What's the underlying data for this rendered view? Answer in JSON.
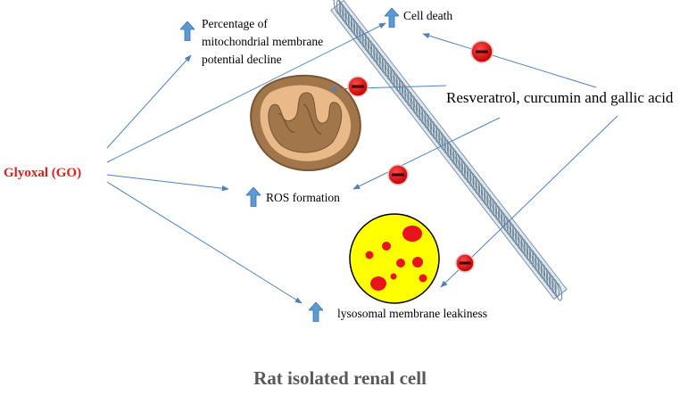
{
  "colors": {
    "arrow_line": "#4f81bd",
    "up_arrow": "#5b9bd5",
    "go_text": "#e02020",
    "inhibitor": "#d9141c",
    "mito_fill": "#a0764a",
    "lysosome_fill": "#ffff00",
    "vesicle": "#e8141c",
    "membrane": "#8fa8b9"
  },
  "labels": {
    "glyoxal": "Glyoxal (GO)",
    "mito_line1": "Percentage of",
    "mito_line2": "mitochondrial membrane",
    "mito_line3": "potential decline",
    "cell_death": "Cell death",
    "ros": "ROS formation",
    "lysosome": "lysosomal membrane leakiness",
    "agents": "Resveratrol, curcumin and gallic acid",
    "title": "Rat isolated renal cell"
  },
  "icons": {
    "increase": "up-arrow-icon",
    "inhibitor": "inhibitor-sign-icon",
    "mitochondrion": "mitochondrion-icon",
    "lysosome": "lysosome-icon",
    "membrane": "cell-membrane-icon"
  }
}
